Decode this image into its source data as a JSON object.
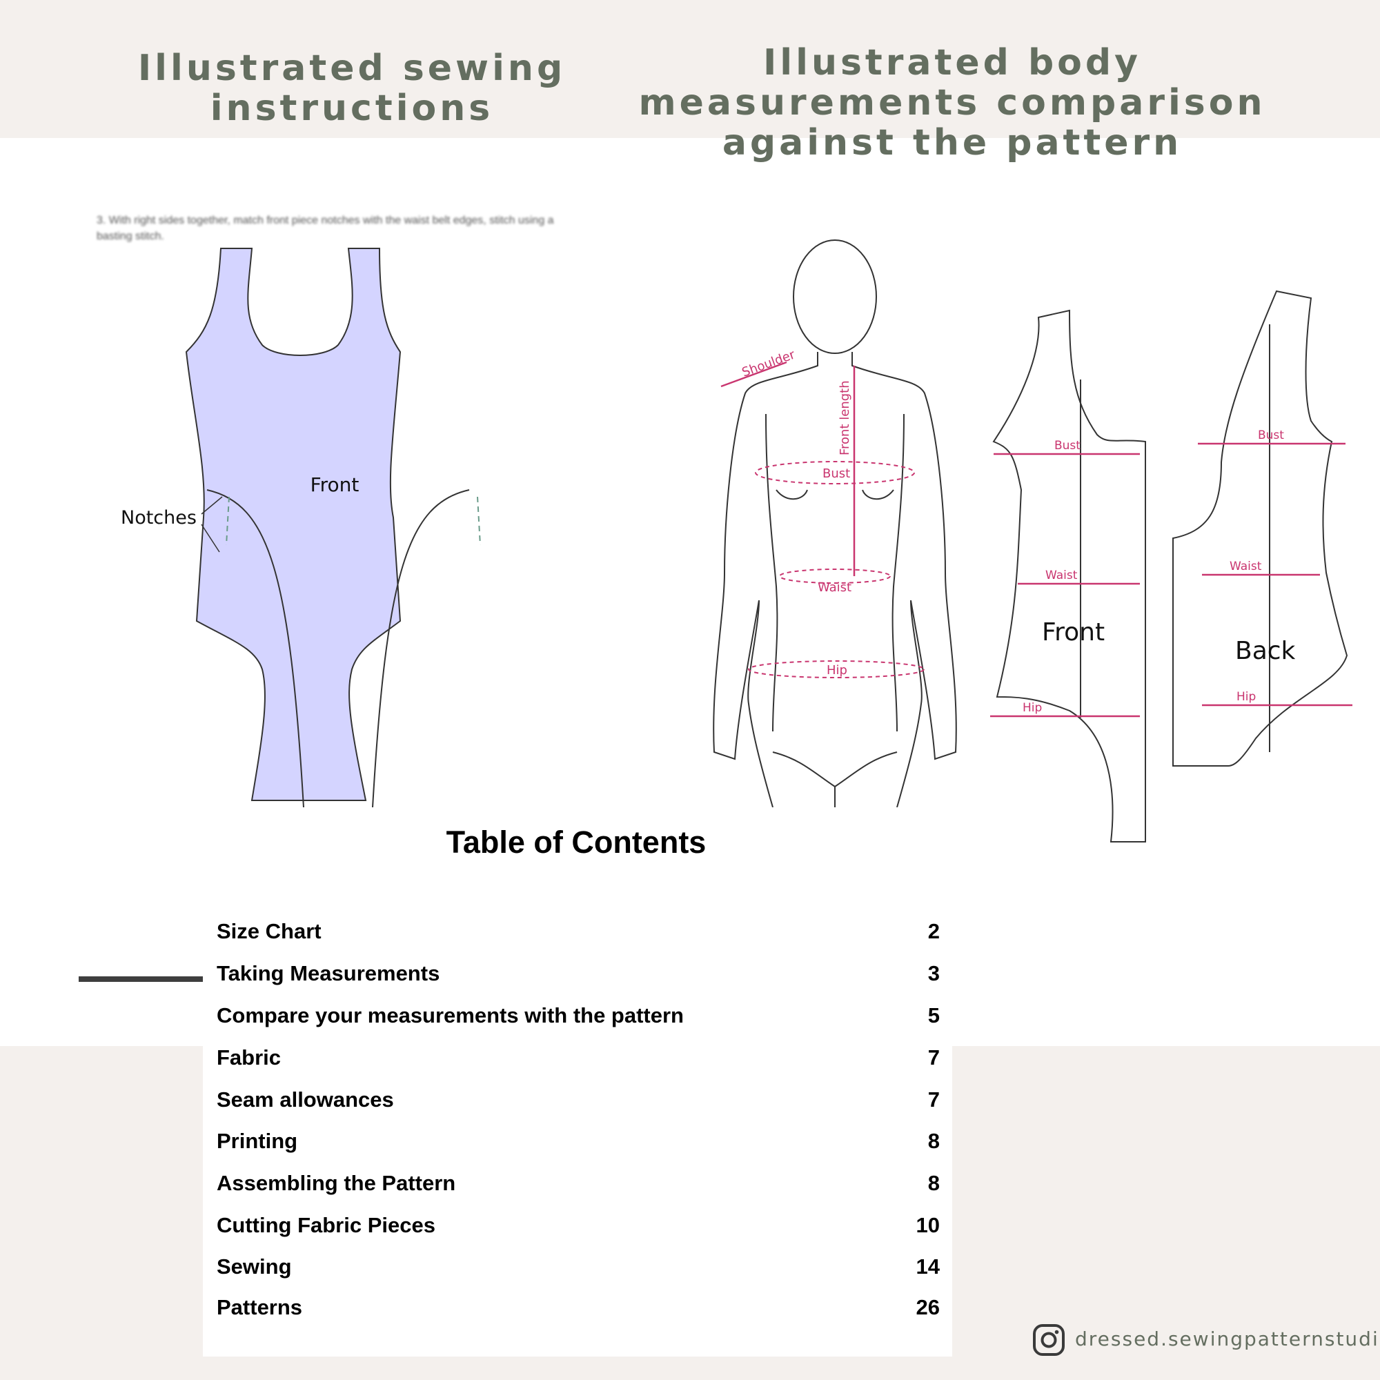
{
  "headings": {
    "left": "Illustrated sewing instructions",
    "right": "Illustrated body measurements comparison against the pattern"
  },
  "sewing": {
    "step_text": "3. With right sides together, match front piece notches with the waist belt edges, stitch using a basting stitch.",
    "front_label": "Front",
    "notches_label": "Notches",
    "fill_color": "#d4d4ff"
  },
  "measurements": {
    "shoulder": "Shoulder",
    "front_length": "Front length",
    "bust": "Bust",
    "waist": "Waist",
    "hip": "Hip",
    "front_piece": "Front",
    "back_piece": "Back",
    "accent_color": "#c9356f"
  },
  "toc": {
    "title": "Table of Contents",
    "items": [
      {
        "label": "Size Chart",
        "page": "2"
      },
      {
        "label": "Taking Measurements",
        "page": "3"
      },
      {
        "label": "Compare your measurements with the pattern",
        "page": "5"
      },
      {
        "label": "Fabric",
        "page": "7"
      },
      {
        "label": "Seam allowances",
        "page": "7"
      },
      {
        "label": "Printing",
        "page": "8"
      },
      {
        "label": "Assembling the Pattern",
        "page": "8"
      },
      {
        "label": "Cutting Fabric Pieces",
        "page": "10"
      },
      {
        "label": "Sewing",
        "page": "14"
      },
      {
        "label": "Patterns",
        "page": "26"
      }
    ]
  },
  "footer": {
    "icon": "instagram-icon",
    "handle": "dressed.sewingpatternstudio"
  }
}
